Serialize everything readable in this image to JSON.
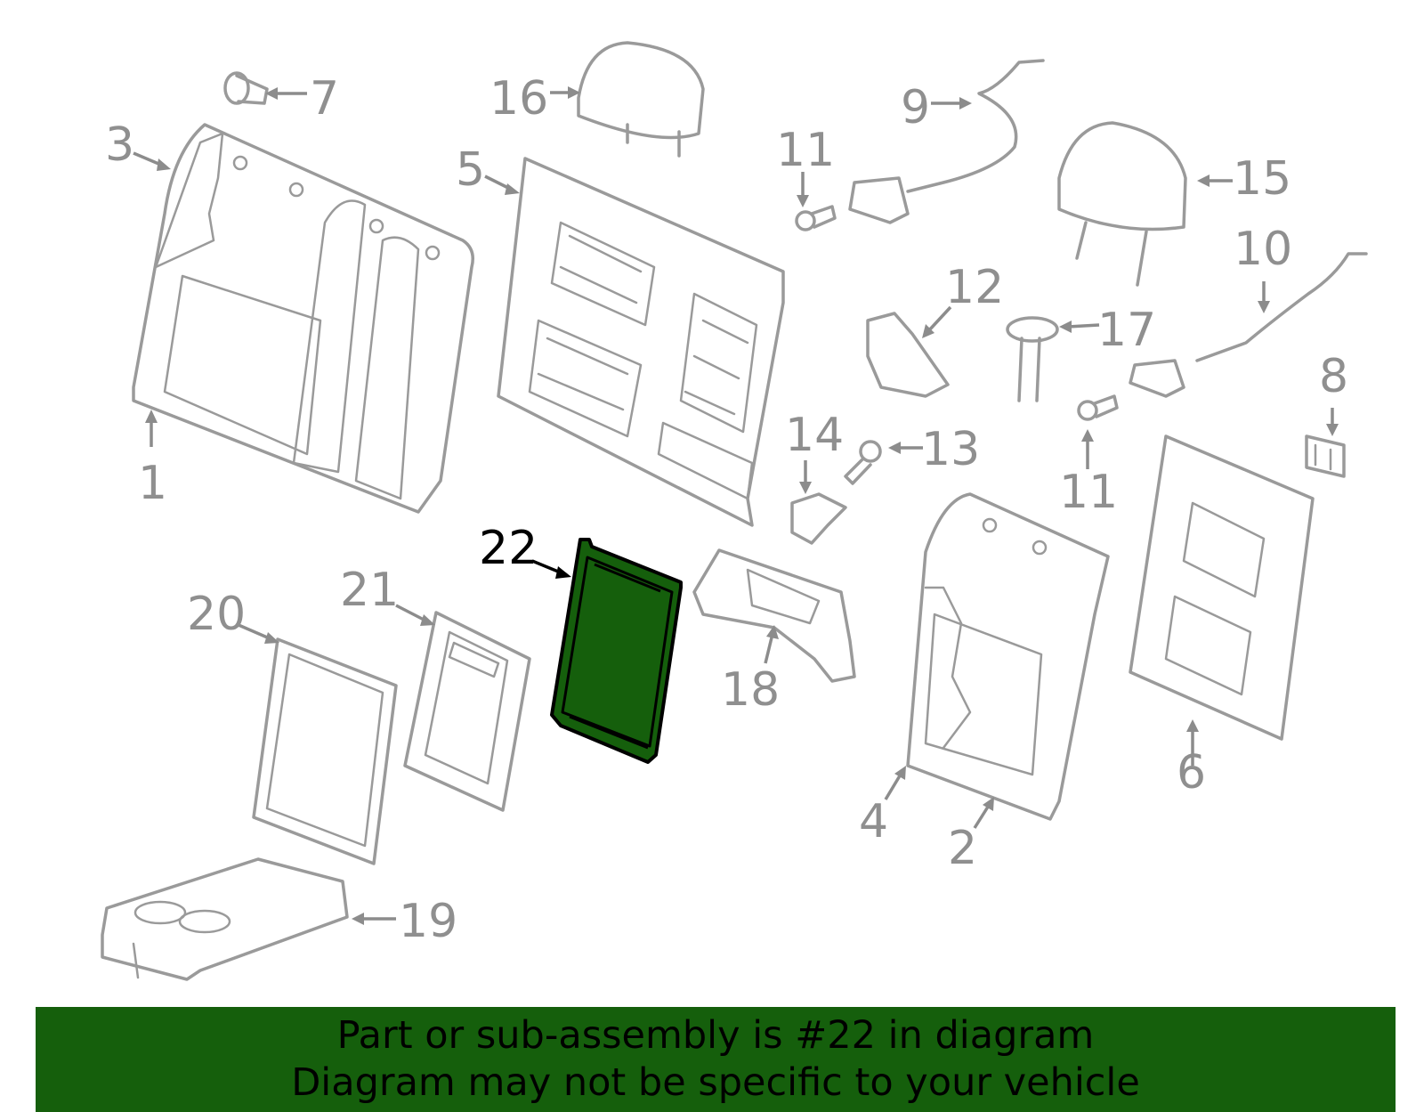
{
  "highlight_color": "#155f0c",
  "highlighted_part": "22",
  "callouts": {
    "c1": "1",
    "c2": "2",
    "c3": "3",
    "c4": "4",
    "c5": "5",
    "c6": "6",
    "c7": "7",
    "c8": "8",
    "c9": "9",
    "c10": "10",
    "c11a": "11",
    "c11b": "11",
    "c12": "12",
    "c13": "13",
    "c14": "14",
    "c15": "15",
    "c16": "16",
    "c17": "17",
    "c18": "18",
    "c19": "19",
    "c20": "20",
    "c21": "21",
    "c22": "22"
  },
  "banner": {
    "line1": "Part or sub-assembly is #22 in diagram",
    "line2": "Diagram may not be specific to your vehicle"
  }
}
